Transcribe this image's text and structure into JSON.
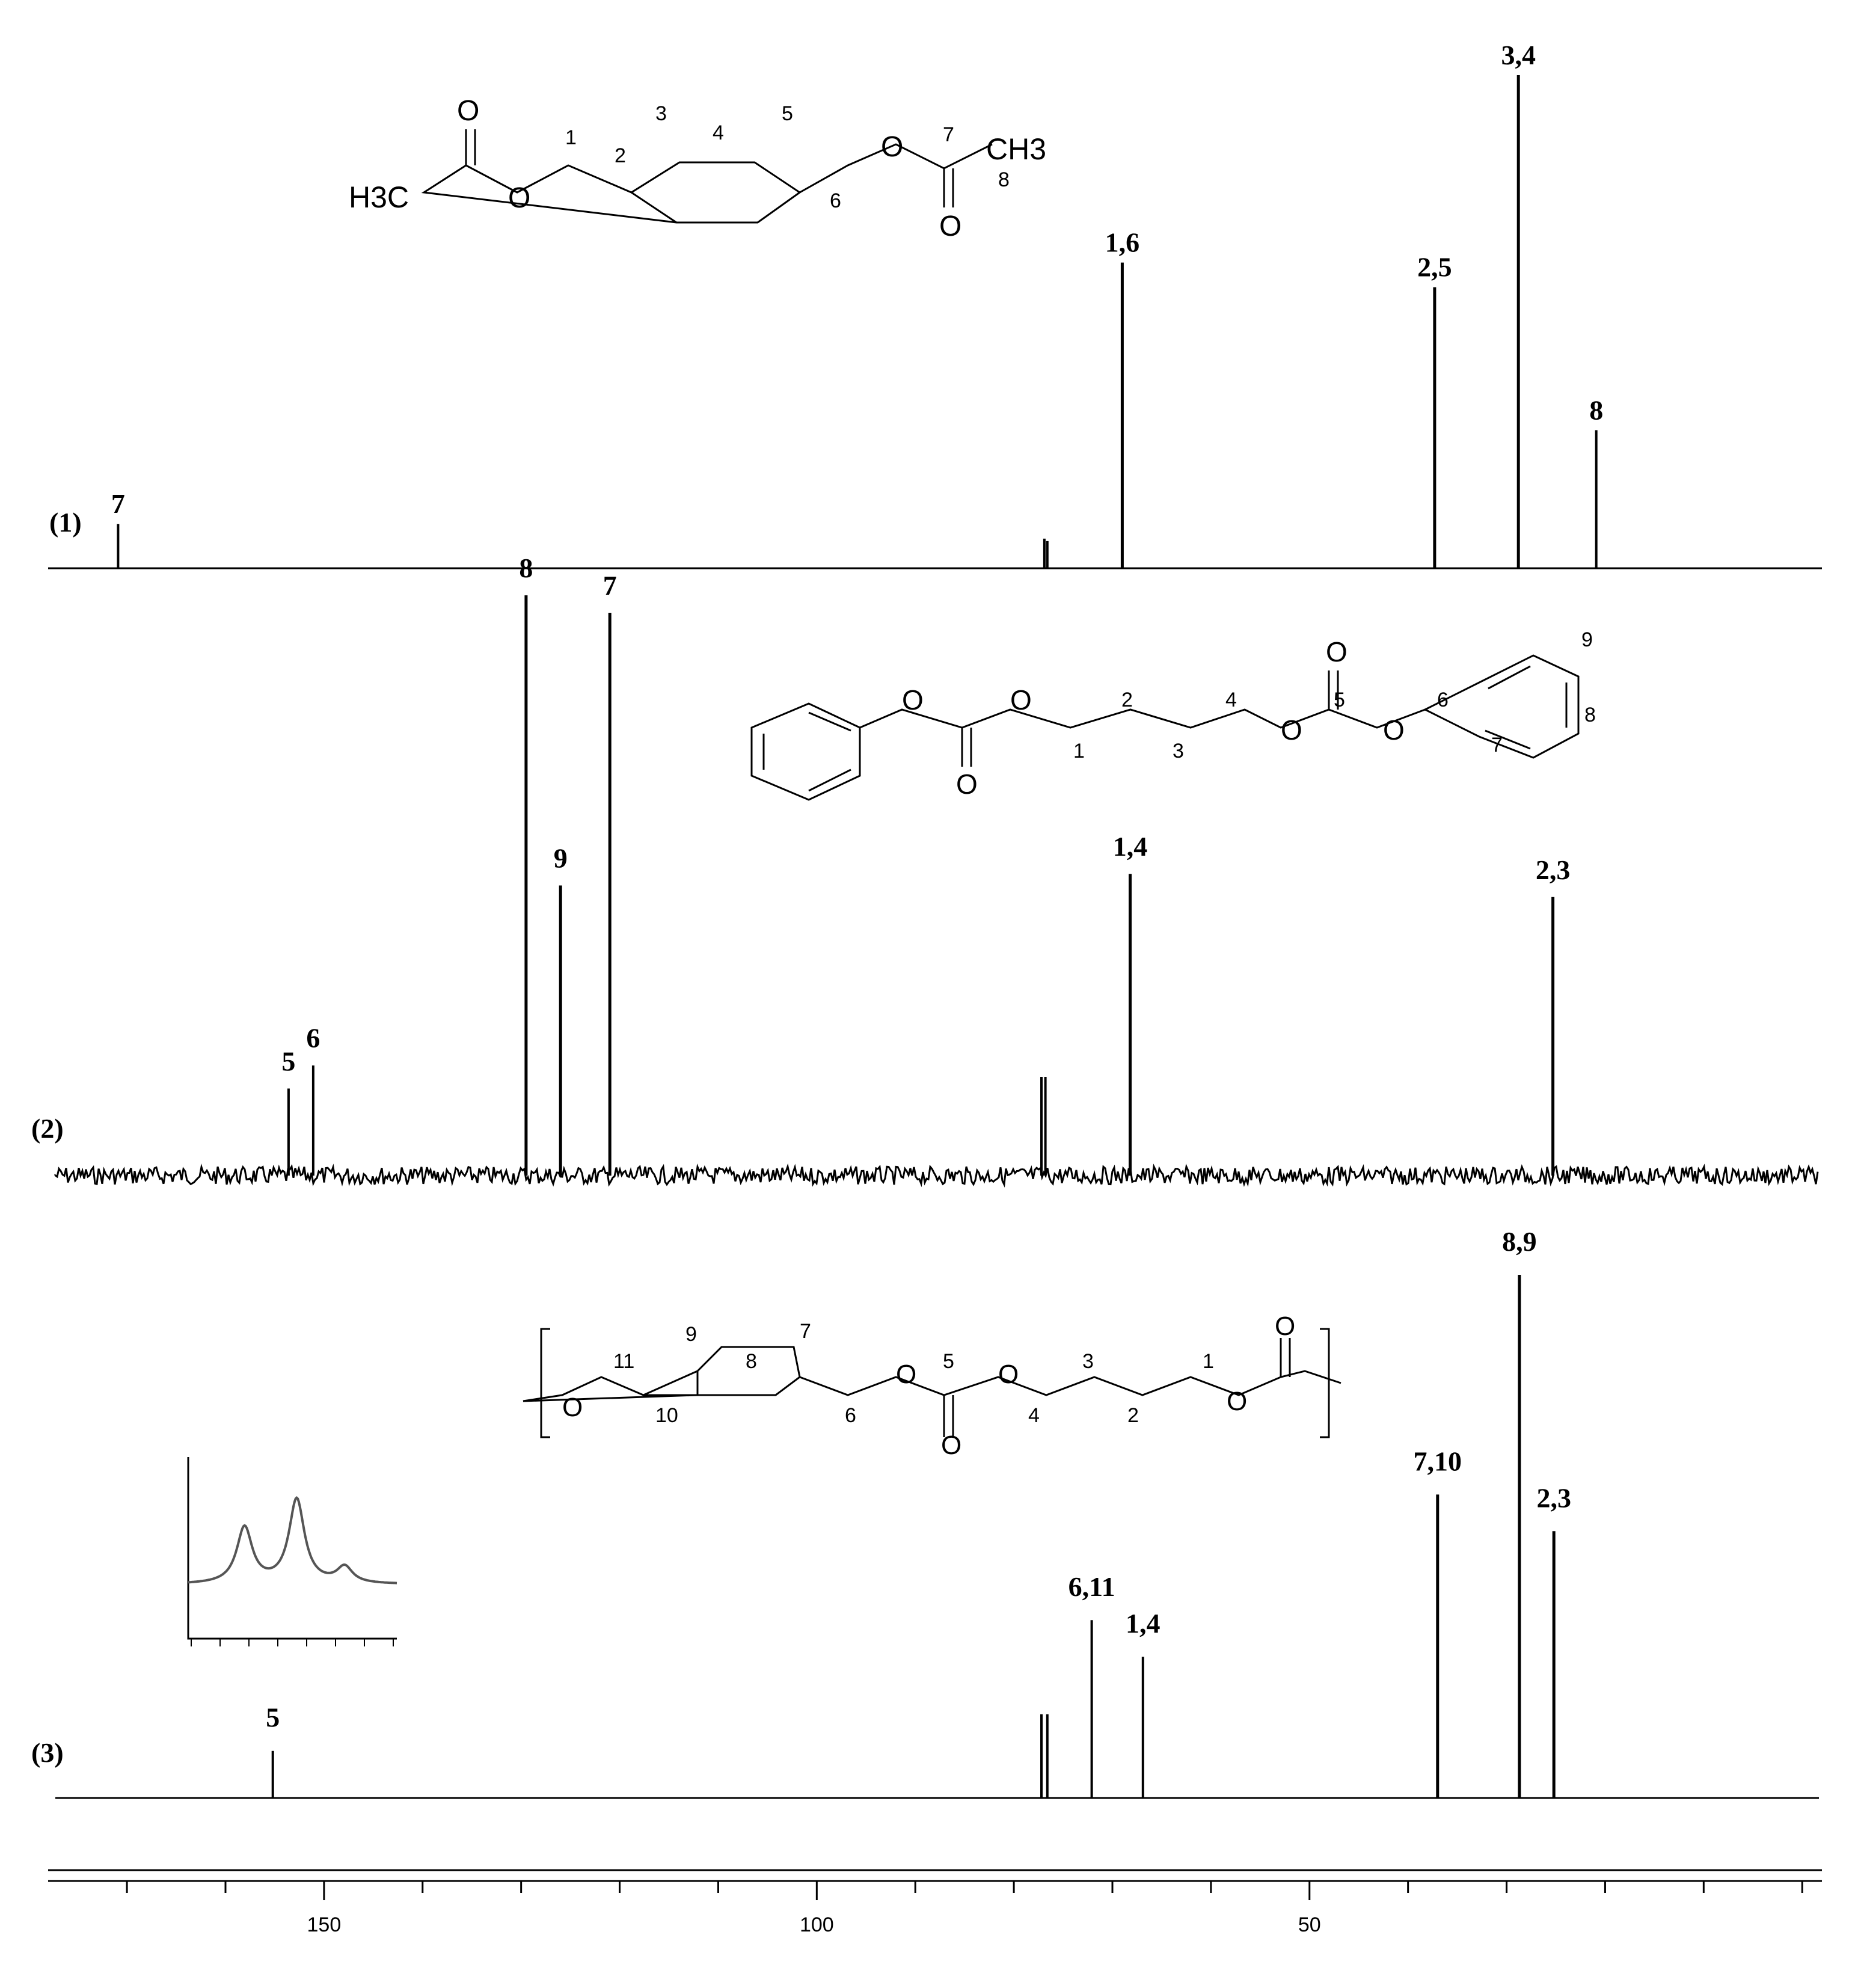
{
  "chart_data": [
    {
      "type": "line",
      "panel_label": "(1)",
      "x_unit": "ppm",
      "baseline": "clean",
      "peaks": [
        {
          "x": 170.9,
          "height": 0.09,
          "label": "7"
        },
        {
          "x": 76.9,
          "height": 0.06,
          "label": ""
        },
        {
          "x": 76.6,
          "height": 0.055,
          "label": ""
        },
        {
          "x": 69.0,
          "height": 0.62,
          "label": "1,6"
        },
        {
          "x": 37.3,
          "height": 0.57,
          "label": "2,5"
        },
        {
          "x": 28.8,
          "height": 1.0,
          "label": "3,4"
        },
        {
          "x": 20.9,
          "height": 0.28,
          "label": "8"
        }
      ],
      "structure_labels": {
        "methyl_left": "H3C",
        "methyl_right": "CH3",
        "oxygen": "O",
        "numbers": [
          "1",
          "2",
          "3",
          "4",
          "5",
          "6",
          "7",
          "8"
        ]
      }
    },
    {
      "type": "line",
      "panel_label": "(2)",
      "x_unit": "ppm",
      "baseline": "noisy",
      "peaks": [
        {
          "x": 153.6,
          "height": 0.15,
          "label": "5"
        },
        {
          "x": 151.1,
          "height": 0.19,
          "label": "6"
        },
        {
          "x": 129.5,
          "height": 1.0,
          "label": "8"
        },
        {
          "x": 126.0,
          "height": 0.5,
          "label": "9"
        },
        {
          "x": 121.0,
          "height": 0.97,
          "label": "7"
        },
        {
          "x": 77.2,
          "height": 0.17,
          "label": ""
        },
        {
          "x": 76.8,
          "height": 0.17,
          "label": ""
        },
        {
          "x": 68.2,
          "height": 0.52,
          "label": "1,4"
        },
        {
          "x": 25.3,
          "height": 0.48,
          "label": "2,3"
        }
      ],
      "structure_labels": {
        "oxygen": "O",
        "numbers": [
          "1",
          "2",
          "3",
          "4",
          "5",
          "6",
          "7",
          "8",
          "9"
        ]
      }
    },
    {
      "type": "line",
      "panel_label": "(3)",
      "x_unit": "ppm",
      "baseline": "clean",
      "peaks": [
        {
          "x": 155.2,
          "height": 0.09,
          "label": "5"
        },
        {
          "x": 77.2,
          "height": 0.16,
          "label": ""
        },
        {
          "x": 76.6,
          "height": 0.16,
          "label": ""
        },
        {
          "x": 72.1,
          "height": 0.34,
          "label": "6,11"
        },
        {
          "x": 66.9,
          "height": 0.27,
          "label": "1,4"
        },
        {
          "x": 37.0,
          "height": 0.58,
          "label": "7,10"
        },
        {
          "x": 28.7,
          "height": 1.0,
          "label": "8,9"
        },
        {
          "x": 25.2,
          "height": 0.51,
          "label": "2,3"
        }
      ],
      "structure_labels": {
        "oxygen": "O",
        "numbers": [
          "1",
          "2",
          "3",
          "4",
          "5",
          "6",
          "7",
          "8",
          "9",
          "10",
          "11"
        ]
      },
      "inset": {
        "type": "line",
        "peaks": [
          {
            "position": 0.27,
            "height": 0.52
          },
          {
            "position": 0.52,
            "height": 0.78
          },
          {
            "position": 0.75,
            "height": 0.15
          }
        ]
      }
    }
  ],
  "x_axis": {
    "xlim": [
      178,
      -2
    ],
    "reversed": true,
    "major_ticks": [
      150,
      100,
      50
    ],
    "tick_labels": [
      "150",
      "100",
      "50"
    ],
    "minor_tick_step": 10
  }
}
